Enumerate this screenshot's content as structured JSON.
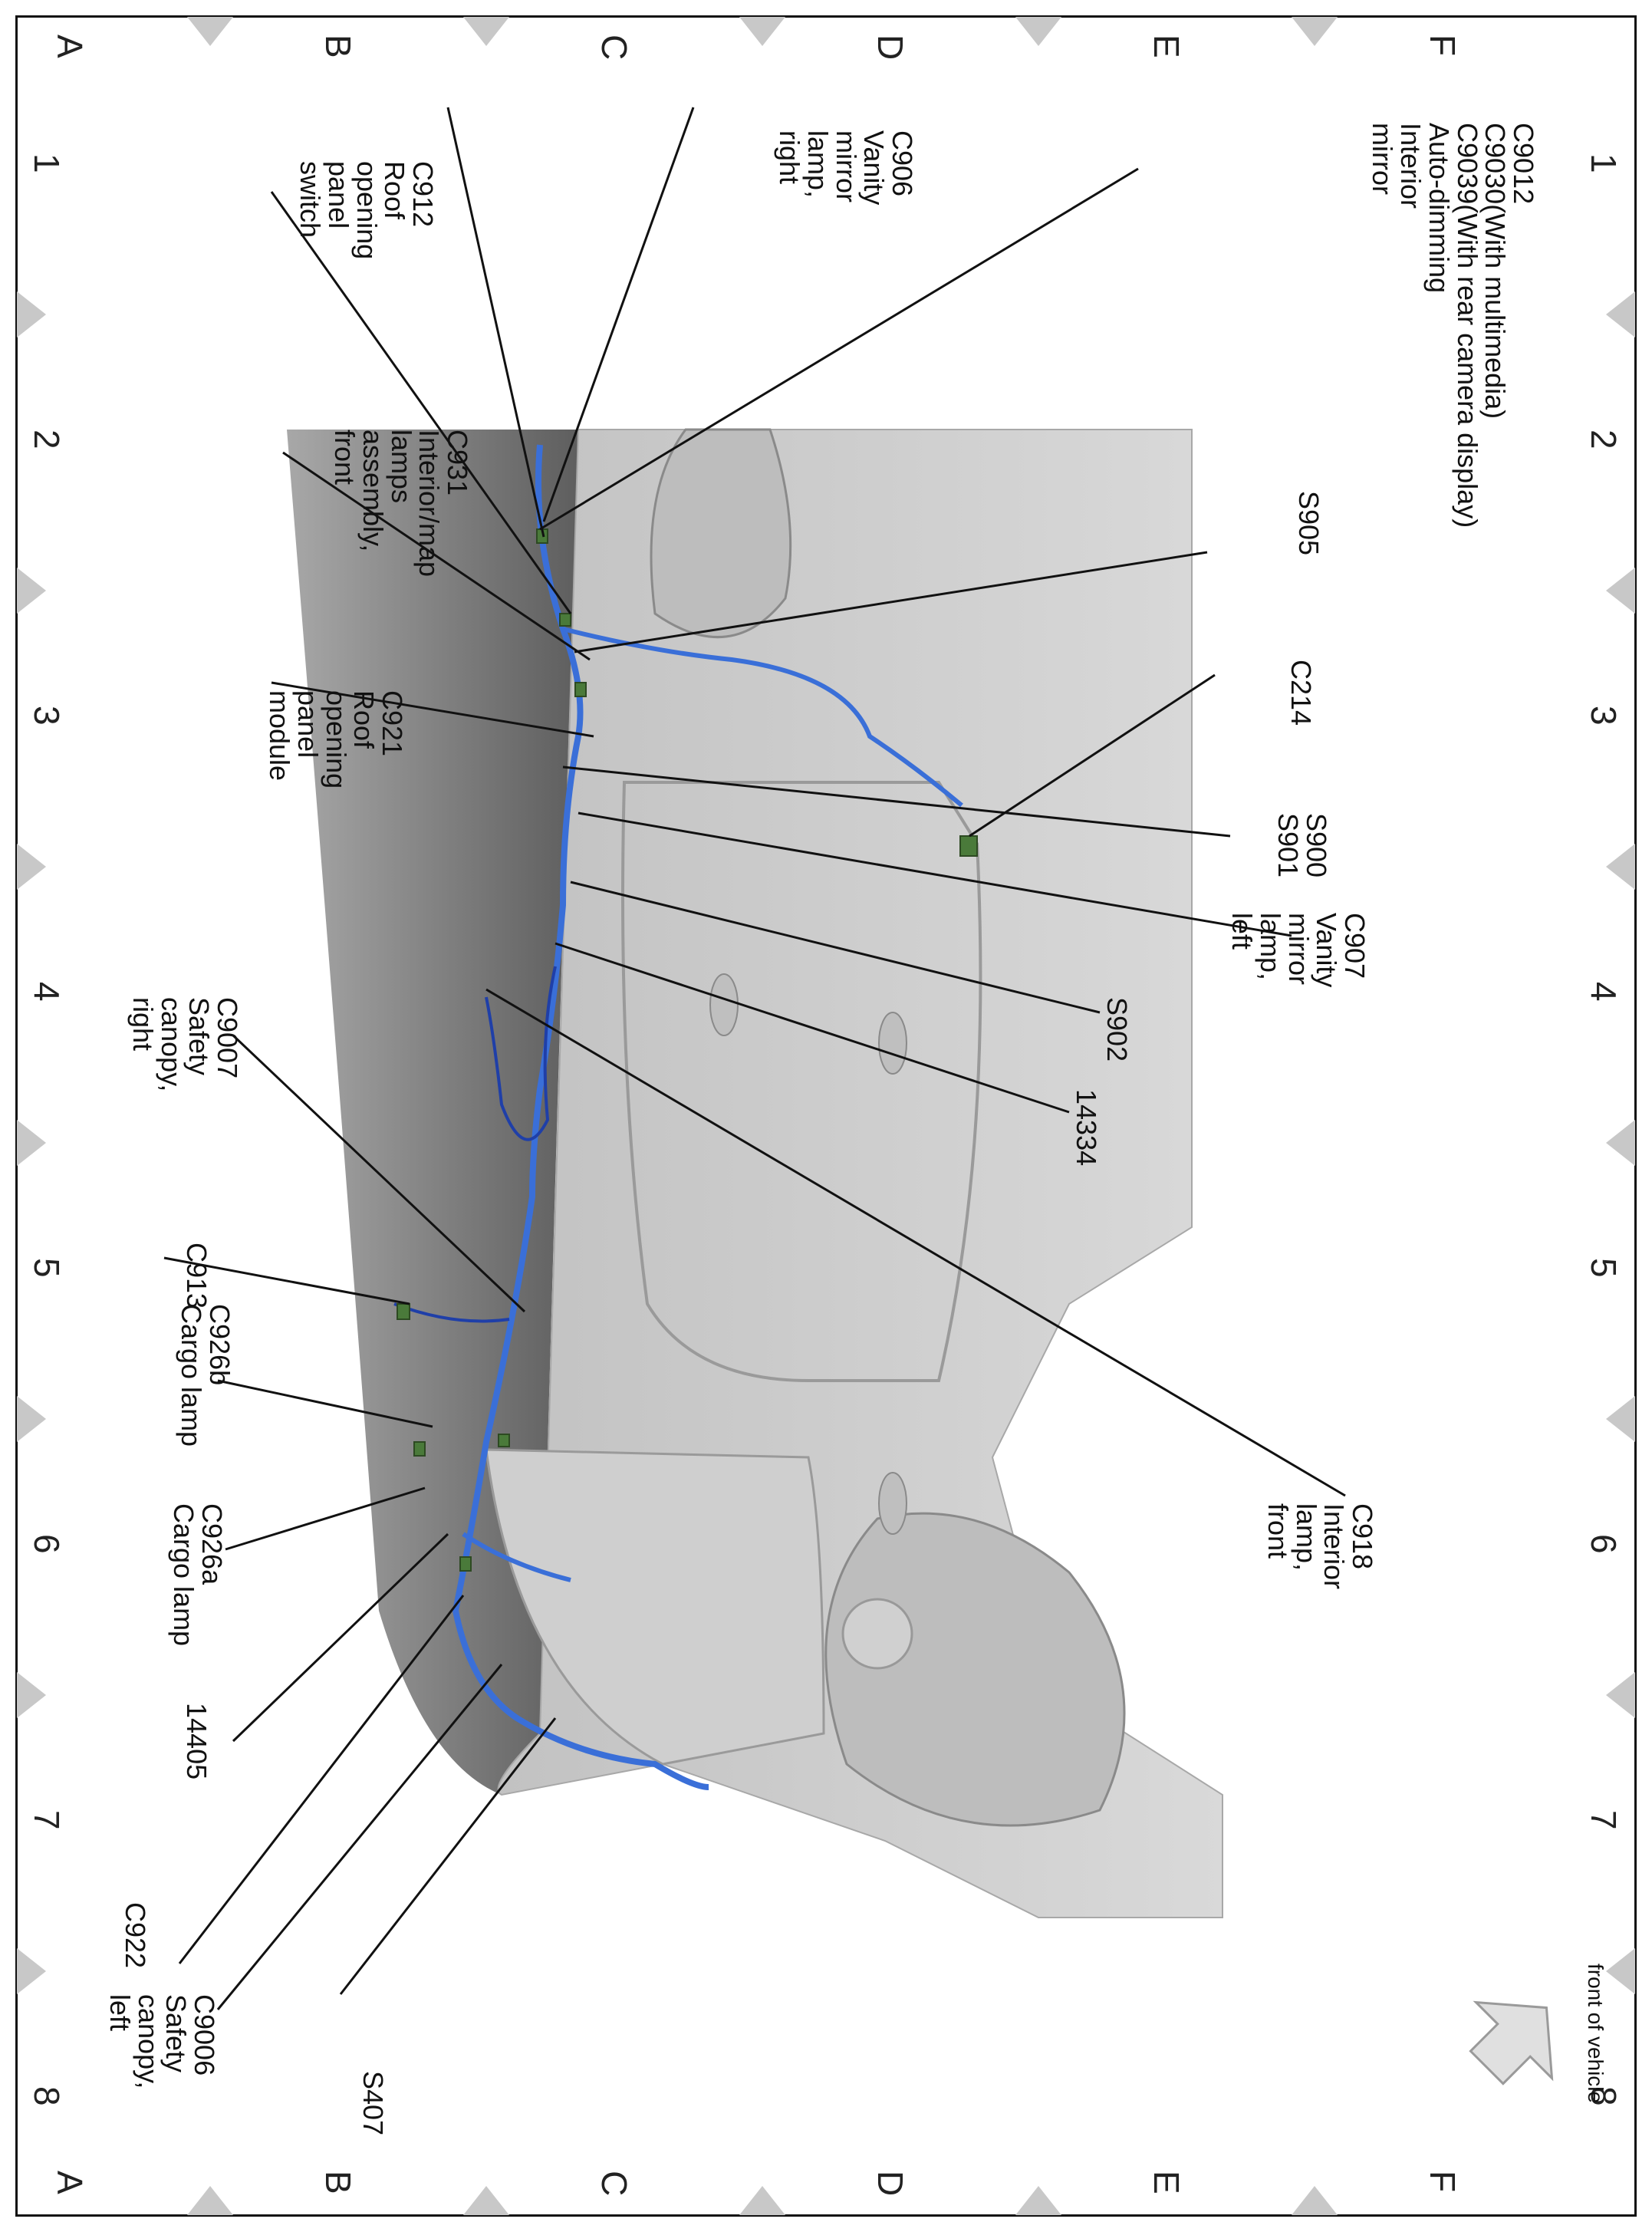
{
  "grid": {
    "columns": [
      "1",
      "2",
      "3",
      "4",
      "5",
      "6",
      "7",
      "8"
    ],
    "rows": [
      "A",
      "B",
      "C",
      "D",
      "E",
      "F"
    ]
  },
  "callouts": {
    "c912": "C912\nRoof\nopening\npanel\nswitch",
    "c931": "C931\nInterior/map\nlamps\nassembly,\nfront",
    "c921": "C921\nRoof\nopening\npanel\nmodule",
    "c9007": "C9007\nSafety\ncanopy,\nright",
    "c913": "C913",
    "c926b": "C926b\nCargo lamp",
    "c926a": "C926a\nCargo lamp",
    "n14405": "14405",
    "c922": "C922",
    "c9006": "C9006\nSafety\ncanopy,\nleft",
    "s407": "S407",
    "c906": "C906\nVanity\nmirror\nlamp,\nright",
    "c9012": "C9012\nC9030(With multimedia)\nC9039(With rear camera display)\nAuto-dimming\nInterior\nmirror",
    "s905": "S905",
    "c214": "C214",
    "s900_s901": "S900\nS901",
    "c907": "C907\nVanity\nmirror\nlamp,\nleft",
    "s902": "S902",
    "n14334": "14334",
    "c918": "C918\nInterior\nlamp,\nfront"
  },
  "front_note": "front of vehicle",
  "colors": {
    "harness": "#3a6fd8",
    "harness_dark": "#1f3fa8",
    "connector": "#4a7a3a",
    "body_light": "#e6e6e6",
    "body_mid": "#c4c4c4",
    "roof_dark": "#6e6e6e",
    "marker": "#c8c8c8"
  }
}
